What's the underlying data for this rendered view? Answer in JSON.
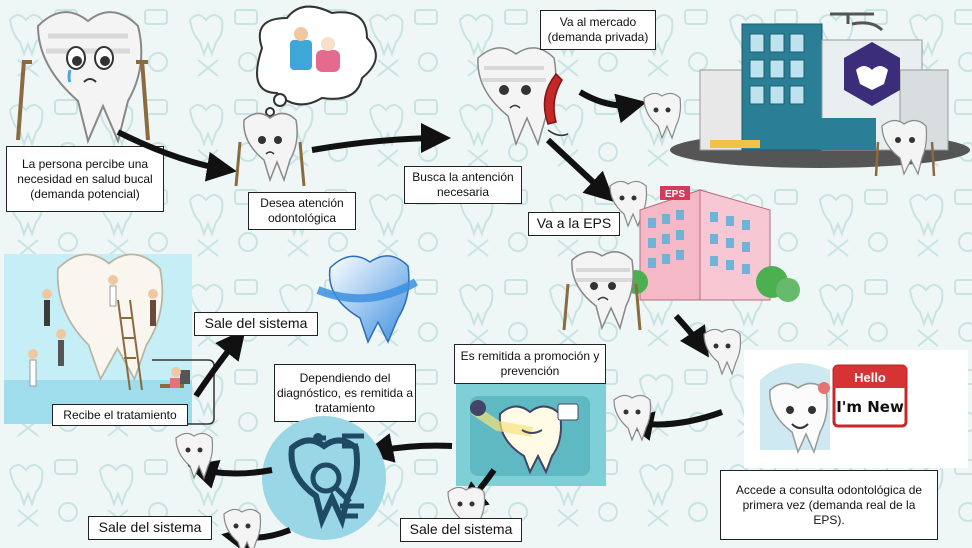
{
  "steps": {
    "perceive": "La persona percibe una necesidad en salud bucal (demanda potencial)",
    "desire": "Desea atención odontológica",
    "seek": "Busca la antención necesaria",
    "market": "Va al mercado (demanda privada)",
    "eps": "Va a la EPS",
    "consult": "Accede a consulta odontológica de primera vez (demanda real de la EPS).",
    "promotion": "Es remitida a promoción y prevención",
    "treatment_referral": "Dependiendo del diagnóstico, es remitida a tratamiento",
    "receive": "Recibe el tratamiento",
    "exit_top": "Sale del sistema",
    "exit_bottom_left": "Sale del sistema",
    "exit_bottom_mid": "Sale del sistema"
  },
  "badge": {
    "hello": "Hello",
    "im_new": "I'm New"
  },
  "hospital_sign": "EPS",
  "colors": {
    "background": "#eef6f6",
    "pattern": "#c9e3e3",
    "arrow": "#111111",
    "tooth": "#f4f4f4",
    "eps_building": "#f4b8c6",
    "clinic_glass": "#2a7f96",
    "badge_red": "#d63434",
    "teal_panel": "#7fd0d6",
    "phone_red": "#c62828"
  },
  "icons": [
    "sad-tooth-icon",
    "crutch-icon",
    "thought-bubble-icon",
    "phone-icon",
    "hospital-icon",
    "eps-building-icon",
    "name-badge-icon",
    "dental-exam-icon",
    "tooth-diagnosis-icon",
    "blue-tooth-icon",
    "arrow-icon"
  ]
}
